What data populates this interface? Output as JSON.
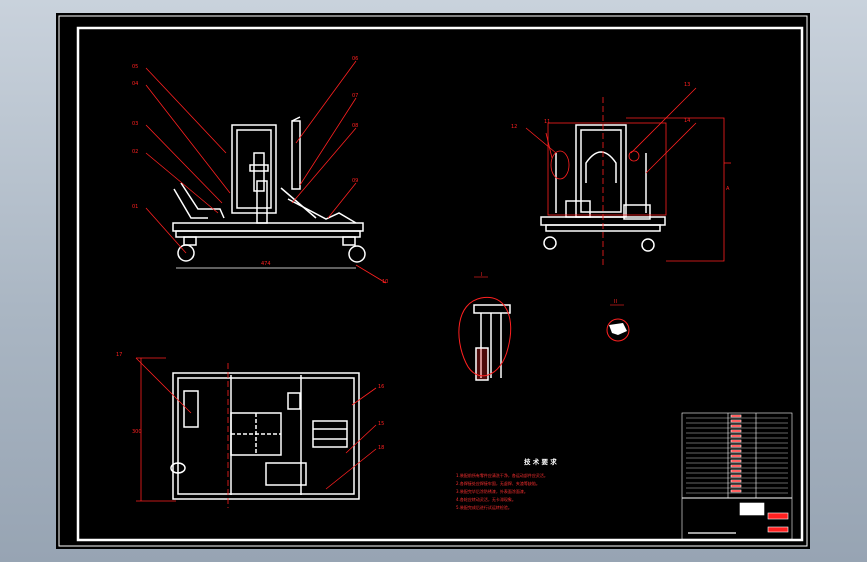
{
  "views": {
    "front": {
      "callouts": [
        "05",
        "04",
        "03",
        "02",
        "01",
        "06",
        "07",
        "08",
        "09",
        "10"
      ],
      "dimension": "474"
    },
    "side": {
      "callouts": [
        "12",
        "11",
        "13",
        "14"
      ],
      "section_mark": "A"
    },
    "top": {
      "callouts": [
        "17",
        "16",
        "15",
        "18"
      ],
      "dimension": "300"
    },
    "details": {
      "detail_a_label": "I",
      "detail_b_label": "II"
    }
  },
  "notes": {
    "title": "技 术 要 求",
    "items": [
      "1.装配前所有零件应清洗干净，各运动部件应灵活。",
      "2.各焊接处应焊接牢固，无虚焊、夹渣等缺陷。",
      "3.装配完毕后涂防锈漆，外表面涂面漆。",
      "4.各轮应转动灵活，无卡滞现象。",
      "5.装配完成后进行试运转检验。"
    ]
  },
  "colors": {
    "line": "#ffffff",
    "annotation": "#ff2020",
    "sheet": "#000000"
  }
}
